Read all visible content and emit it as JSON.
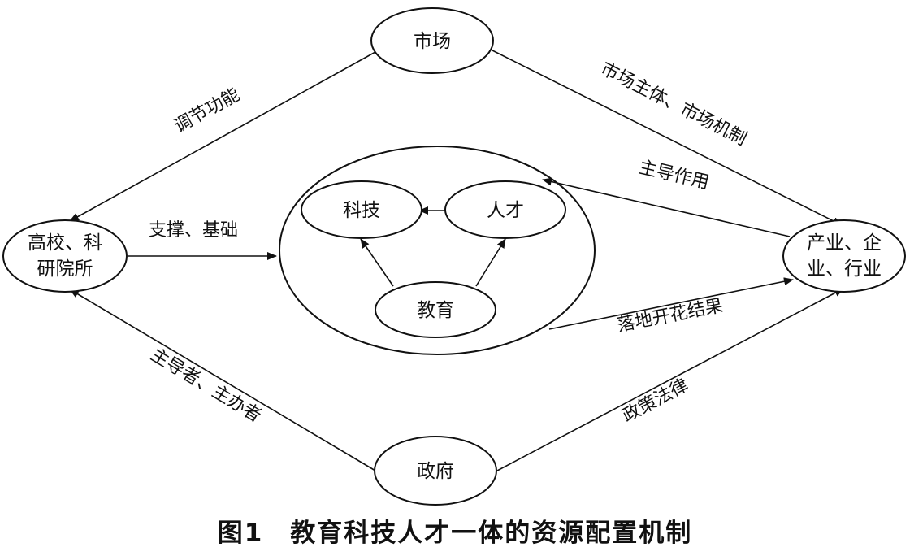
{
  "nodes": {
    "market": "市场",
    "university": [
      "高校、科",
      "研院所"
    ],
    "industry": [
      "产业、企",
      "业、行业"
    ],
    "government": "政府",
    "technology": "科技",
    "talent": "人才",
    "education": "教育"
  },
  "edge_labels": {
    "regulate": "调节功能",
    "market_subject": "市场主体、市场机制",
    "support": "支撑、基础",
    "leading": "主导作用",
    "landing": "落地开花结果",
    "lead_host": "主导者、主办者",
    "policy": "政策法律"
  },
  "caption": "图1　教育科技人才一体的资源配置机制",
  "colors": {
    "stroke": "#111111",
    "background": "#ffffff"
  }
}
